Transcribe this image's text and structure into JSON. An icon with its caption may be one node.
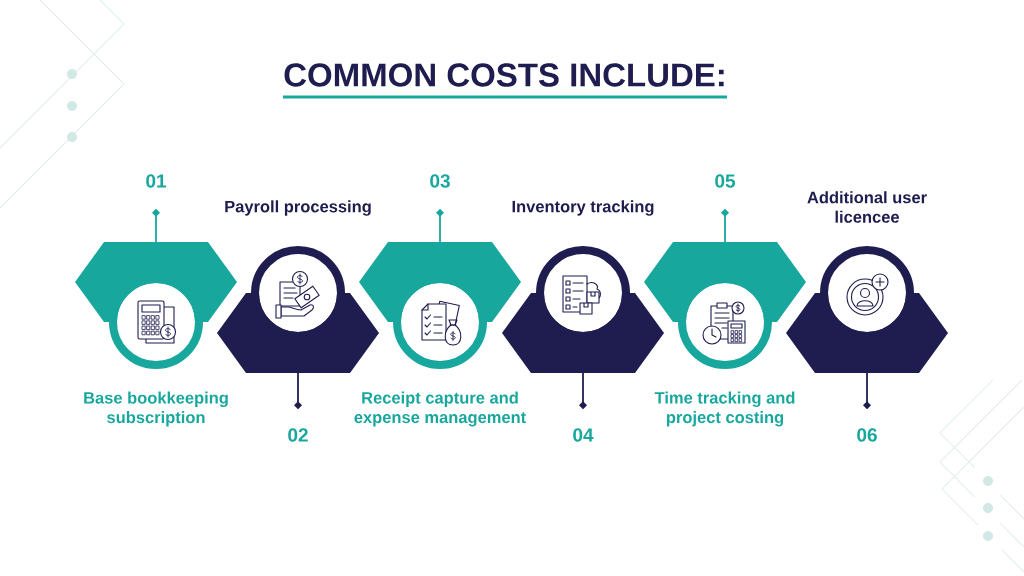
{
  "diagram": {
    "title": "COMMON COSTS INCLUDE:",
    "nodes": [
      {
        "text": [
          "01"
        ]
      },
      {
        "text": [],
        "shape": "hexagon",
        "beside": [
          "Base bookkeeping subscription"
        ]
      },
      {
        "text": [
          "02"
        ]
      },
      {
        "text": [],
        "shape": "hexagon",
        "beside": [
          "Payroll processing"
        ]
      },
      {
        "text": [
          "03"
        ]
      },
      {
        "text": [],
        "shape": "hexagon",
        "beside": [
          "Receipt capture and expense management"
        ]
      },
      {
        "text": [
          "04"
        ]
      },
      {
        "text": [],
        "shape": "hexagon",
        "beside": [
          "Inventory tracking"
        ]
      },
      {
        "text": [
          "05"
        ]
      },
      {
        "text": [],
        "shape": "hexagon",
        "beside": [
          "Time tracking and project costing"
        ]
      },
      {
        "text": [
          "06"
        ]
      },
      {
        "text": [],
        "shape": "hexagon",
        "beside": [
          "Additional user licencee"
        ]
      }
    ],
    "edges": [
      {
        "from": 0,
        "to": 1,
        "arrow": "other",
        "color": "#17a79d"
      },
      {
        "from": 2,
        "to": 3,
        "arrow": "other",
        "color": "#1f1d4f"
      },
      {
        "from": 4,
        "to": 5,
        "arrow": "other",
        "color": "#17a79d"
      },
      {
        "from": 6,
        "to": 7,
        "arrow": "other",
        "color": "#1f1d4f"
      },
      {
        "from": 8,
        "to": 9,
        "arrow": "other",
        "color": "#17a79d"
      },
      {
        "from": 10,
        "to": 11,
        "arrow": "other",
        "color": "#1f1d4f"
      }
    ]
  }
}
